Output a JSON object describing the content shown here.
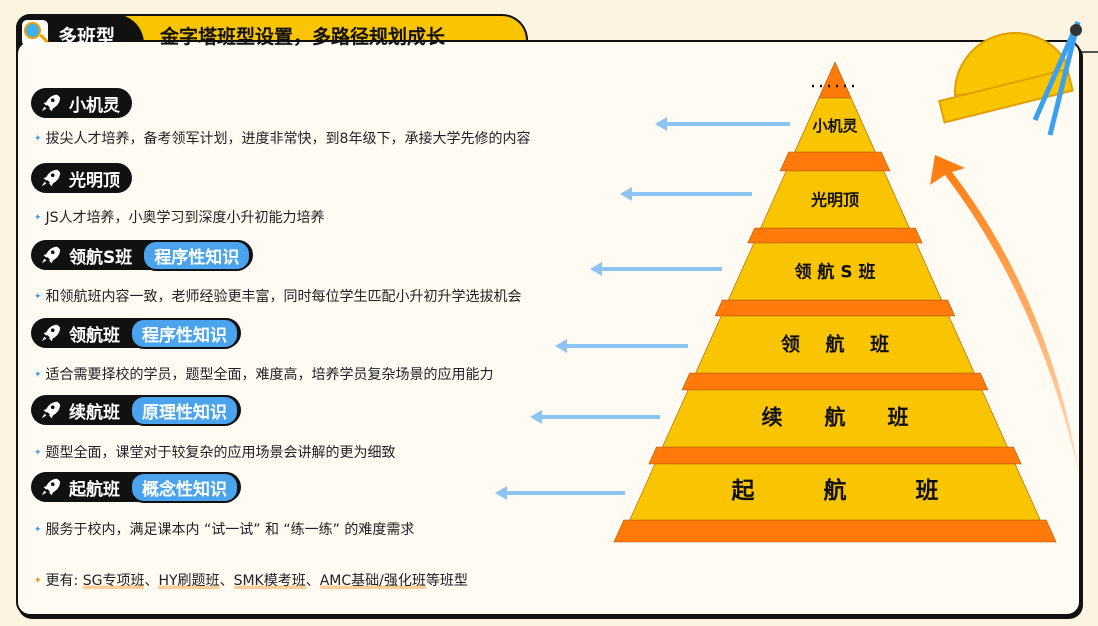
{
  "header": {
    "tab": "多班型",
    "title": "金字塔班型设置，多路径规划成长"
  },
  "classes": [
    {
      "name": "小机灵",
      "tag": null,
      "desc": "拔尖人才培养，备考领军计划，进度非常快，到8年级下，承接大学先修的内容"
    },
    {
      "name": "光明顶",
      "tag": null,
      "desc": "JS人才培养，小奥学习到深度小升初能力培养"
    },
    {
      "name": "领航S班",
      "tag": "程序性知识",
      "desc": "和领航班内容一致，老师经验更丰富，同时每位学生匹配小升初升学选拔机会"
    },
    {
      "name": "领航班",
      "tag": "程序性知识",
      "desc": "适合需要择校的学员，题型全面，难度高，培养学员复杂场景的应用能力"
    },
    {
      "name": "续航班",
      "tag": "原理性知识",
      "desc": "题型全面，课堂对于较复杂的应用场景会讲解的更为细致"
    },
    {
      "name": "起航班",
      "tag": "概念性知识",
      "desc": "服务于校内，满足课本内 “试一试” 和 “练一练” 的难度需求"
    }
  ],
  "more": {
    "prefix": "更有: ",
    "items": [
      "SG专项班",
      "HY刷题班",
      "SMK模考班",
      "AMC基础/强化班"
    ],
    "sep": "、",
    "suffix": "等班型"
  },
  "pyramid": [
    "小机灵",
    "光明顶",
    "领 航 S 班",
    "领　 航　 班",
    "续　　航　　班",
    "起　　　航　　　班"
  ],
  "colors": {
    "yellow": "#f9c400",
    "orange": "#ff7a0a",
    "blue": "#4aa3ec",
    "arrow": "#8cc4f2"
  }
}
